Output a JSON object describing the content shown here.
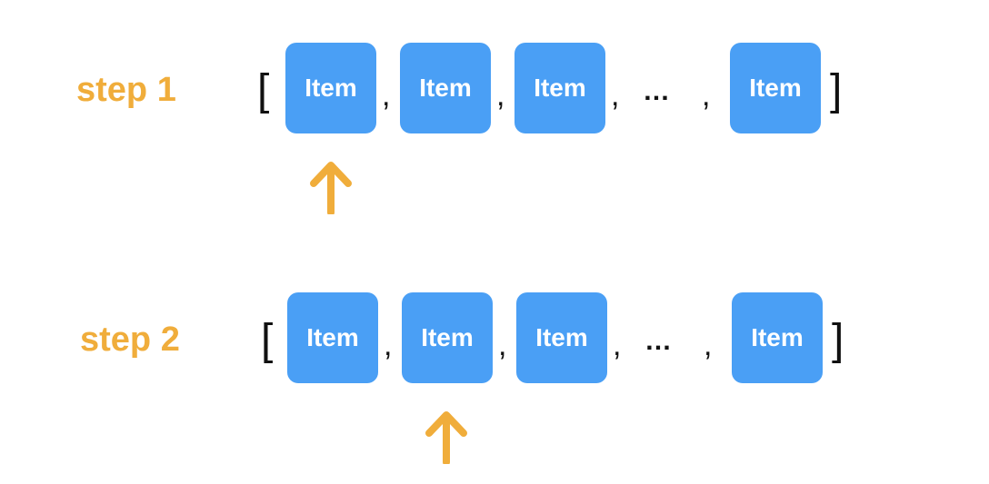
{
  "colors": {
    "step_label": "#f0ad3b",
    "item_fill": "#4a9ff5",
    "item_text": "#ffffff",
    "arrow": "#f0ad3b",
    "punctuation": "#111111"
  },
  "steps": [
    {
      "label": "step 1",
      "open_bracket": "[",
      "close_bracket": "]",
      "separator": ",",
      "ellipsis": "…",
      "items": [
        "Item",
        "Item",
        "Item",
        "Item"
      ],
      "pointer_index": 0,
      "pointer_icon": "arrow-up-icon"
    },
    {
      "label": "step 2",
      "open_bracket": "[",
      "close_bracket": "]",
      "separator": ",",
      "ellipsis": "…",
      "items": [
        "Item",
        "Item",
        "Item",
        "Item"
      ],
      "pointer_index": 1,
      "pointer_icon": "arrow-up-icon"
    }
  ]
}
